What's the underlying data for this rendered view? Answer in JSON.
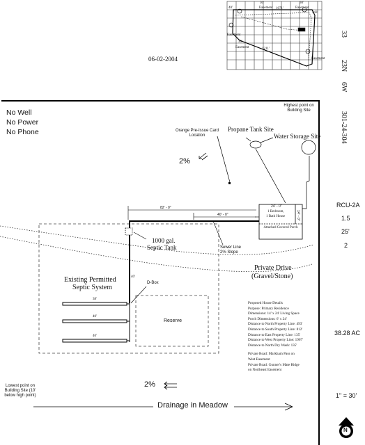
{
  "date": "06-02-2004",
  "right_column": {
    "section": "33",
    "township": "23N",
    "range": "6W",
    "parcel": "301-24-304",
    "zone": "RCU-2A",
    "val1": "1.5",
    "val2": "25'",
    "val3": "2",
    "acreage": "38.28 AC",
    "scale": "1\" = 30'"
  },
  "utilities": {
    "line1": "No Well",
    "line2": "No Power",
    "line3": "No Phone"
  },
  "inset": {
    "dim1": "30'",
    "dim2": "30'",
    "dim3": "40'",
    "dim4": "1071'",
    "dim5": "1211'",
    "dim6": "243'",
    "dim7": "30'",
    "label_easement1": "Easement",
    "label_easement2": "Easement",
    "label_easement3": "Easement",
    "label_easement4": "Easement",
    "label_easement5": "Easement"
  },
  "labels": {
    "highest_point": "Highest point on Building Site",
    "orange_card": "Orange Pre-Issue Card Location",
    "propane": "Propane Tank Site",
    "water": "Water Storage Site",
    "slope_top": "2%",
    "dim_82": "82' - 0\"",
    "dim_40": "40' - 0\"",
    "dim_24": "24' - 0\"",
    "dim_14": "14' - 0\"",
    "house_line1": "1 Bedroom,",
    "house_line2": "1 Bath House",
    "porch": "Attached Covered Porch",
    "septic_tank_1": "1000 gal.",
    "septic_tank_2": "Septic Tank",
    "sewer_line": "Sewer Line 2% Slope",
    "private_drive_1": "Private Drive",
    "private_drive_2": "(Gravel/Stone)",
    "existing_1": "Existing Permitted",
    "existing_2": "Septic System",
    "dbox": "D-Box",
    "dim_40_vert": "40'",
    "trench1": "38'",
    "trench2": "40'",
    "trench3": "40'",
    "reserve": "Reserve",
    "slope_bottom": "2%",
    "lowest_point": "Lowest point on Building Site (10' below high point)",
    "drainage": "Drainage in Meadow",
    "north": "N"
  },
  "house_details": {
    "title": "Proposed House Details",
    "l1": "Purpose: Primary Residence",
    "l2": "Dimensions: 14' x 24' Living Space",
    "l3": "Porch Dimensions: 6' x 24'",
    "l4": "Distance to North Property Line: 493'",
    "l5": "Distance to South Property Line: 812'",
    "l6": "Distance to East Property Line: 135'",
    "l7": "Distance to West Property Line: 1967'",
    "l8": "Distance to North Dry Wash: 135'",
    "l9": "Private Road: Markham Pass on West Easement",
    "l10": "Private Road: Gunner's Mate Ridge on Northeast Easement"
  }
}
